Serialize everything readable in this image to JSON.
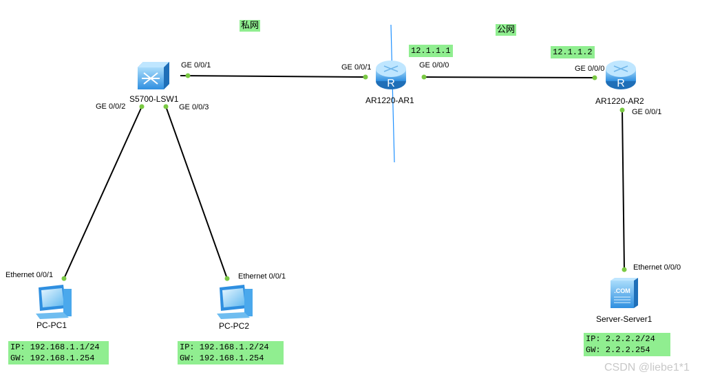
{
  "zones": {
    "private": "私网",
    "public": "公网"
  },
  "devices": {
    "switch": "S5700-LSW1",
    "ar1": "AR1220-AR1",
    "ar2": "AR1220-AR2",
    "pc1": "PC-PC1",
    "pc2": "PC-PC2",
    "server": "Server-Server1"
  },
  "ports": {
    "sw_ge001": "GE 0/0/1",
    "sw_ge002": "GE 0/0/2",
    "sw_ge003": "GE 0/0/3",
    "ar1_ge001": "GE 0/0/1",
    "ar1_ge000": "GE 0/0/0",
    "ar2_ge000": "GE 0/0/0",
    "ar2_ge001": "GE 0/0/1",
    "pc1_eth": "Ethernet 0/0/1",
    "pc2_eth": "Ethernet 0/0/1",
    "server_eth": "Ethernet 0/0/0"
  },
  "addresses": {
    "ar1_public": "12.1.1.1",
    "ar2_public": "12.1.1.2"
  },
  "hosts": {
    "pc1": {
      "ip": "IP: 192.168.1.1/24",
      "gw": "GW: 192.168.1.254"
    },
    "pc2": {
      "ip": "IP: 192.168.1.2/24",
      "gw": "GW: 192.168.1.254"
    },
    "server": {
      "ip": "IP: 2.2.2.2/24",
      "gw": "GW: 2.2.2.254"
    }
  },
  "icons": {
    "switch": "switch-icon",
    "router": "router-icon",
    "pc": "pc-icon",
    "server": "server-icon"
  },
  "colors": {
    "zone_bg": "#90ee90",
    "link": "#000000",
    "port_dot": "#7ac943",
    "divider": "#1e90ff",
    "device_blue": "#3aa0e8"
  },
  "watermark": "CSDN @liebe1*1"
}
